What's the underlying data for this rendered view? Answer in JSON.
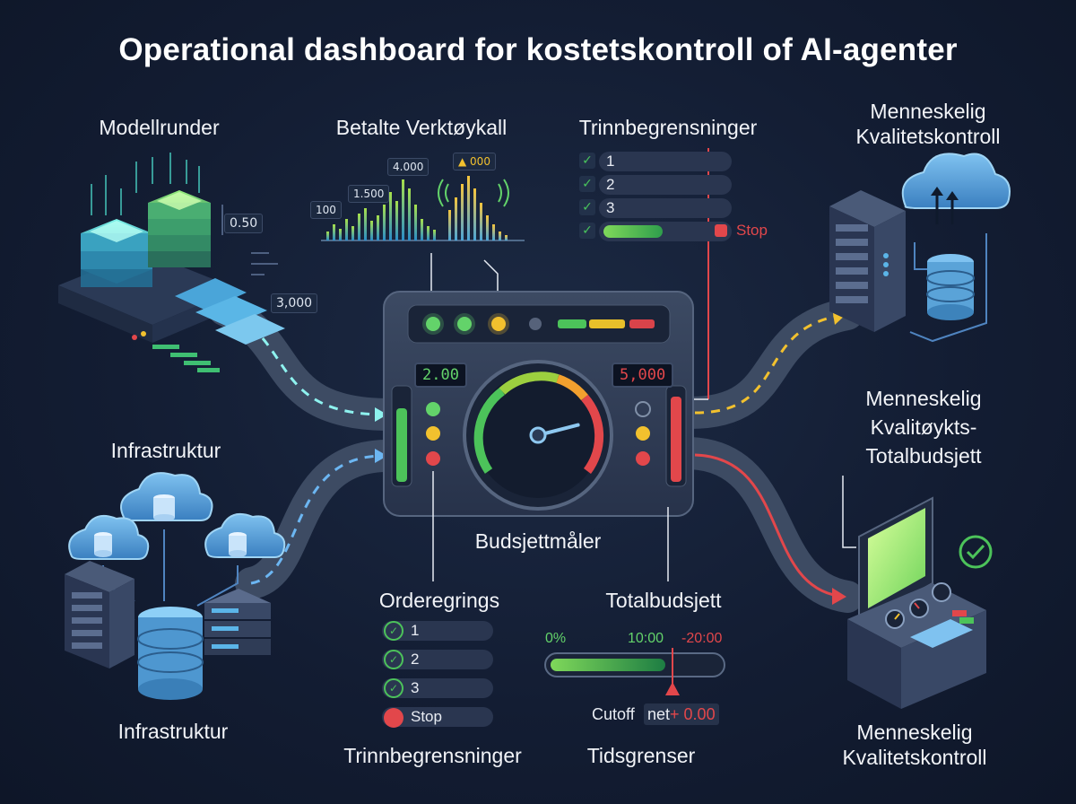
{
  "title": "Operational dashboard for kostetskontroll of AI-agenter",
  "labels": {
    "modellrunder": "Modellrunder",
    "betalte": "Betalte Verktøykall",
    "trinn_top": "Trinnbegrensninger",
    "menneskelig_top_1": "Menneskelig",
    "menneskelig_top_2": "Kvalitetskontroll",
    "infra_mid": "Infrastruktur",
    "infra_bottom": "Infrastruktur",
    "budsjettmaler": "Budsjettmåler",
    "orderegrings": "Orderegrings",
    "totalbudsjett": "Totalbudsjett",
    "trinn_bottom": "Trinnbegrensninger",
    "tidsgrenser": "Tidsgrenser",
    "menneskelig_mid_1": "Menneskelig",
    "menneskelig_mid_2": "Kvalitøykts-",
    "menneskelig_mid_3": "Totalbudsjett",
    "menneskelig_bottom_1": "Menneskelig",
    "menneskelig_bottom_2": "Kvalitetskontroll"
  },
  "model_values": {
    "a": "0.50",
    "b": "3,000"
  },
  "tool_chart_labels": {
    "a": "100",
    "b": "1.500",
    "c": "4.000",
    "d": "▲ 000"
  },
  "step_limits_top": {
    "items": [
      "1",
      "2",
      "3"
    ],
    "stop_label": "Stop"
  },
  "gauge": {
    "left_readout": "2.00",
    "right_readout": "5,000",
    "level": 0.78
  },
  "order_steps": {
    "items": [
      "1",
      "2",
      "3"
    ],
    "stop_label": "Stop"
  },
  "total_budget": {
    "scale": {
      "start": "0%",
      "mid": "10:00",
      "end": "-20:00"
    },
    "fill": 0.68,
    "cutoff_label": "Cutoff",
    "net_label": "net",
    "net_value": "+ 0.00"
  },
  "colors": {
    "green": "#4cc35a",
    "yellow": "#f2c12e",
    "red": "#e2474b",
    "cyan": "#5fe3e8",
    "blue": "#57a9f0"
  },
  "icons": [
    "server-stack-icon",
    "cloud-database-icon",
    "database-icon",
    "gauge-icon",
    "monitor-console-icon",
    "checkmark-badge-icon"
  ]
}
